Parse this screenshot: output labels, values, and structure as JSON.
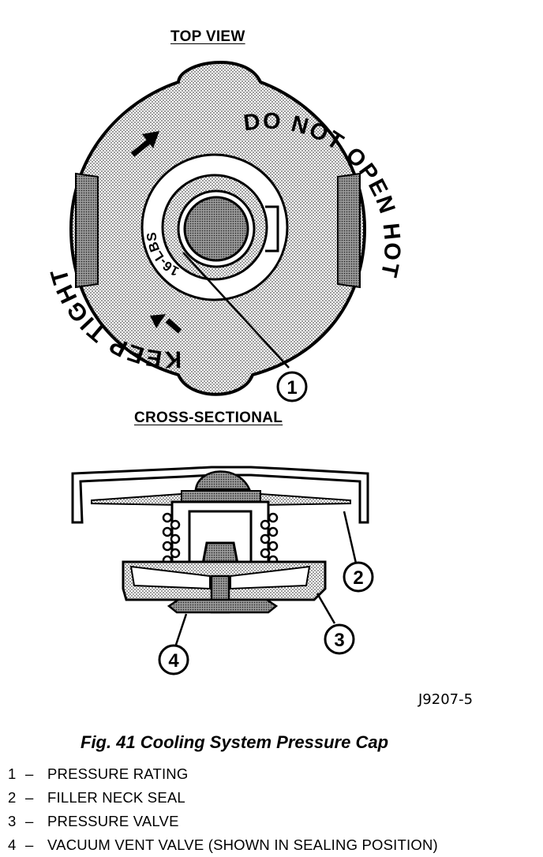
{
  "headings": {
    "top_view": "TOP VIEW",
    "cross_sectional": "CROSS-SECTIONAL"
  },
  "cap_text": {
    "keep_tight": "KEEP TIGHT",
    "do_not_open_hot": "DO NOT OPEN HOT",
    "rating": "16-LBS"
  },
  "callouts": [
    "1",
    "2",
    "3",
    "4"
  ],
  "figure_id": "J9207-5",
  "caption": "Fig. 41 Cooling System Pressure Cap",
  "legend": [
    {
      "num": "1",
      "dash": "–",
      "text": "PRESSURE RATING"
    },
    {
      "num": "2",
      "dash": "–",
      "text": "FILLER NECK SEAL"
    },
    {
      "num": "3",
      "dash": "–",
      "text": "PRESSURE VALVE"
    },
    {
      "num": "4",
      "dash": "–",
      "text": "VACUUM VENT VALVE (SHOWN IN SEALING POSITION)"
    }
  ],
  "colors": {
    "ink": "#000000",
    "stipple": "#b8b8b8",
    "paper": "#ffffff"
  }
}
